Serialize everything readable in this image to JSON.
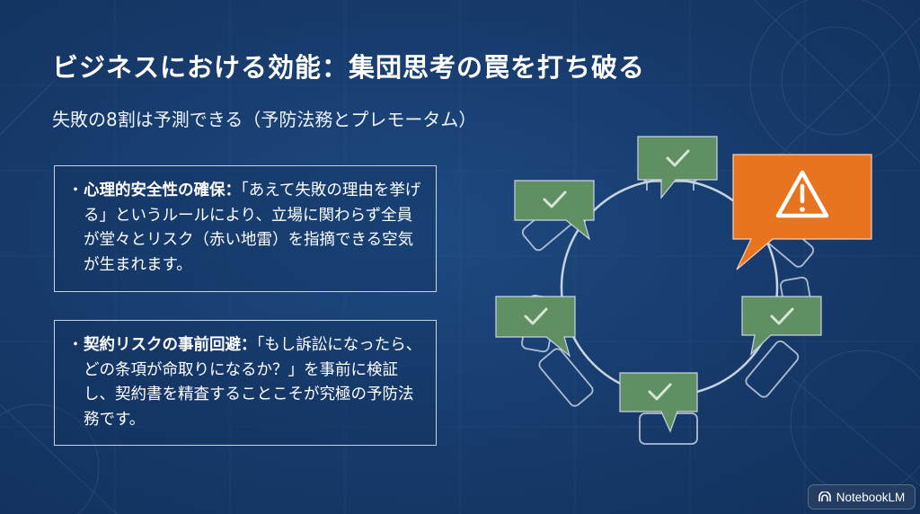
{
  "slide": {
    "title": "ビジネスにおける効能：集団思考の罠を打ち破る",
    "subtitle": "失敗の8割は予測できる（予防法務とプレモータム）"
  },
  "points": [
    {
      "bullet": "・",
      "lead": "心理的安全性の確保：",
      "body": "「あえて失敗の理由を挙げる」というルールにより、立場に関わらず全員が堂々とリスク（赤い地雷）を指摘できる空気が生まれます。"
    },
    {
      "bullet": "・",
      "lead": "契約リスクの事前回避：",
      "body": "「もし訴訟になったら、どの条項が命取りになるか？」を事前に検証し、契約書を精査することこそが究極の予防法務です。"
    }
  ],
  "diagram": {
    "table": "round-table",
    "speech_bubbles": [
      {
        "seat": "top",
        "icon": "check-icon",
        "status": "ok"
      },
      {
        "seat": "upper-left",
        "icon": "check-icon",
        "status": "ok"
      },
      {
        "seat": "left",
        "icon": "check-icon",
        "status": "ok"
      },
      {
        "seat": "bottom",
        "icon": "check-icon",
        "status": "ok"
      },
      {
        "seat": "right",
        "icon": "check-icon",
        "status": "ok"
      },
      {
        "seat": "upper-right",
        "icon": "warning-icon",
        "status": "risk"
      }
    ],
    "colors": {
      "ok_bubble": "#5f8f63",
      "risk_bubble": "#e8741f",
      "line": "#c9d4e3"
    }
  },
  "badge": {
    "label": "NotebookLM",
    "icon": "notebooklm-logo-icon"
  },
  "colors": {
    "background": "#173a6b",
    "text": "#ffffff",
    "card_border": "#c8d3e2"
  }
}
